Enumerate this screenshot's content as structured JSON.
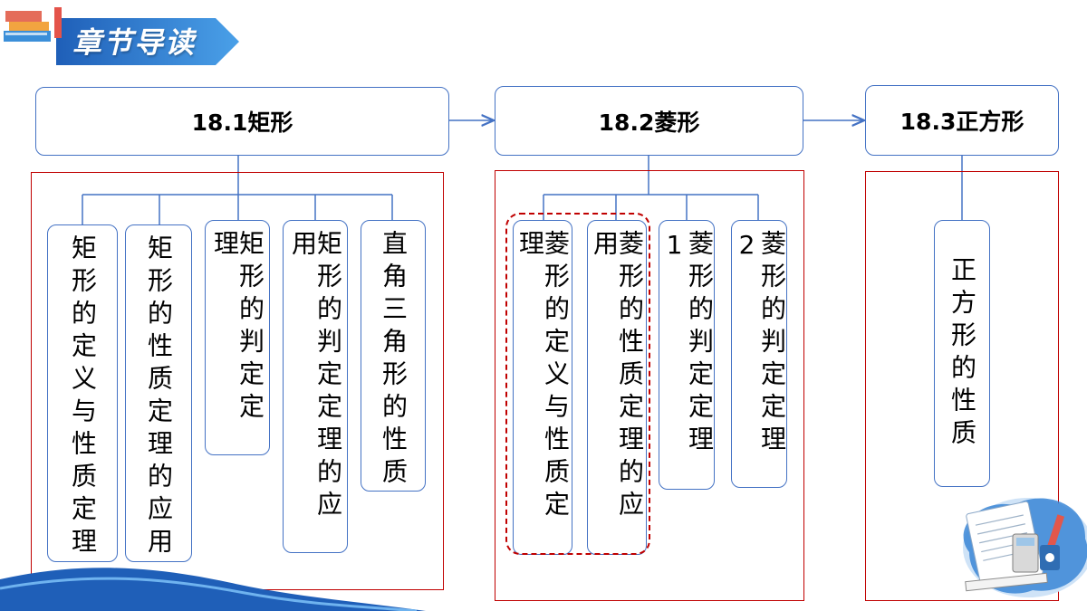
{
  "header": {
    "title": "章节导读"
  },
  "diagram": {
    "sections": [
      {
        "title": "18.1矩形",
        "items": [
          "矩形的定义与性质定理",
          "矩形的性质定理的应用",
          "矩形的判定定理",
          "矩形的判定定理的应用",
          "直角三角形的性质"
        ]
      },
      {
        "title": "18.2菱形",
        "items": [
          "菱形的定义与性质定理",
          "菱形的性质定理的应用",
          "菱形的判定定理1",
          "菱形的判定定理2"
        ]
      },
      {
        "title": "18.3正方形",
        "items": [
          "正方形的性质"
        ]
      }
    ]
  },
  "colors": {
    "box_border": "#4472c4",
    "group_border": "#c00000",
    "banner": "#2e6fc4"
  }
}
